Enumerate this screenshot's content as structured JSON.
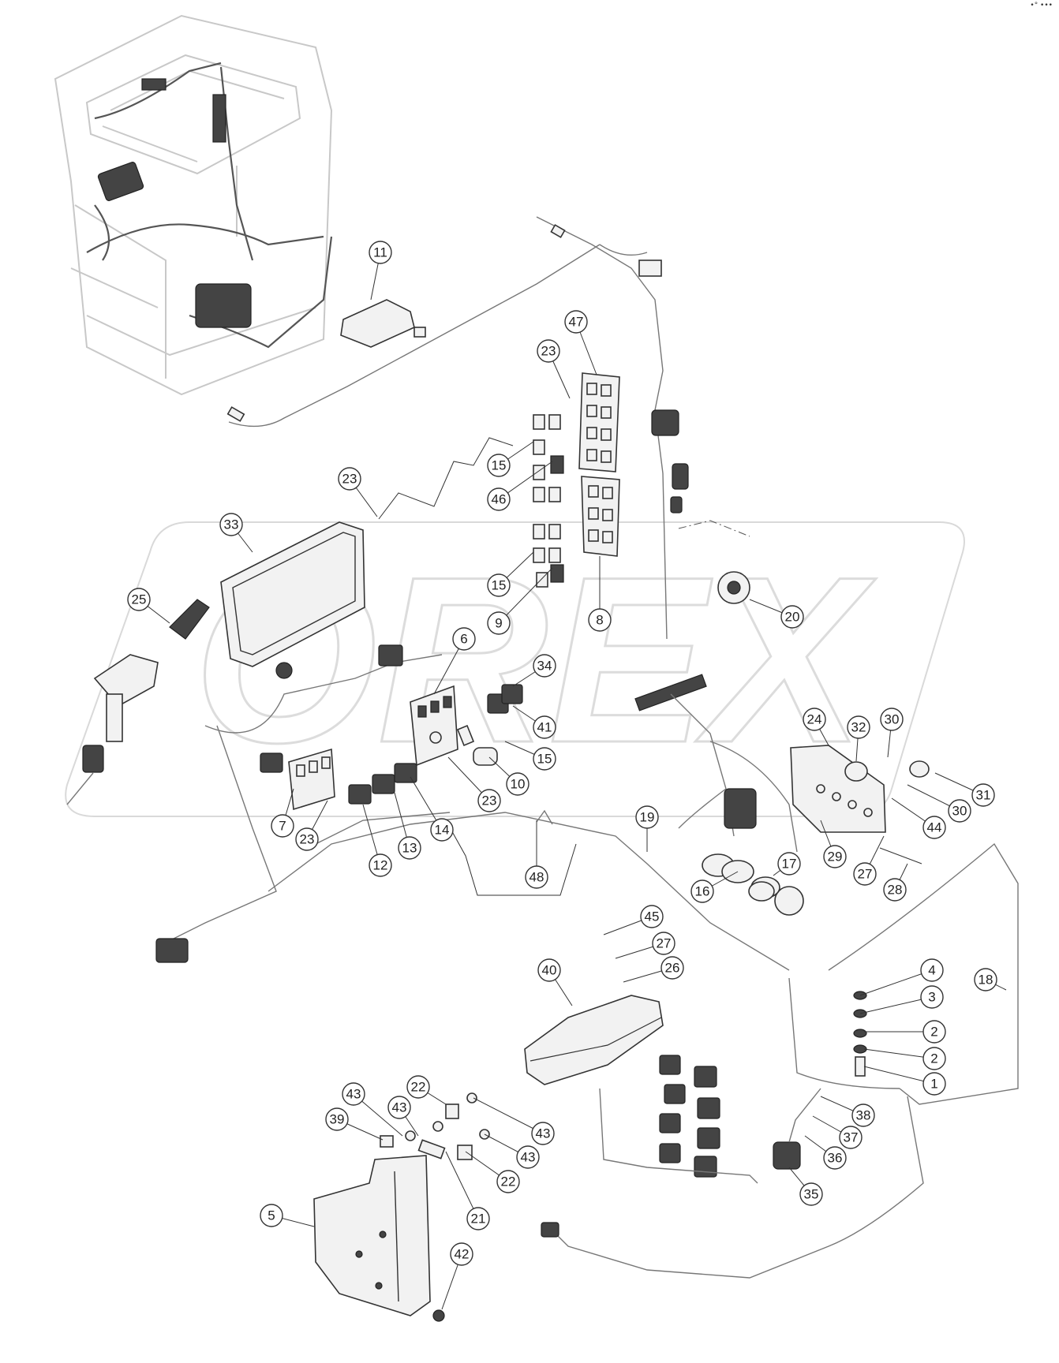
{
  "watermark": "OREX",
  "corner_mark": "•° •••",
  "callouts": [
    {
      "label": "11"
    },
    {
      "label": "47"
    },
    {
      "label": "23"
    },
    {
      "label": "23"
    },
    {
      "label": "15"
    },
    {
      "label": "46"
    },
    {
      "label": "15"
    },
    {
      "label": "9"
    },
    {
      "label": "8"
    },
    {
      "label": "20"
    },
    {
      "label": "33"
    },
    {
      "label": "25"
    },
    {
      "label": "6"
    },
    {
      "label": "34"
    },
    {
      "label": "41"
    },
    {
      "label": "15"
    },
    {
      "label": "10"
    },
    {
      "label": "23"
    },
    {
      "label": "7"
    },
    {
      "label": "23"
    },
    {
      "label": "12"
    },
    {
      "label": "13"
    },
    {
      "label": "14"
    },
    {
      "label": "48"
    },
    {
      "label": "19"
    },
    {
      "label": "16"
    },
    {
      "label": "17"
    },
    {
      "label": "24"
    },
    {
      "label": "32"
    },
    {
      "label": "30"
    },
    {
      "label": "31"
    },
    {
      "label": "30"
    },
    {
      "label": "44"
    },
    {
      "label": "29"
    },
    {
      "label": "27"
    },
    {
      "label": "28"
    },
    {
      "label": "45"
    },
    {
      "label": "27"
    },
    {
      "label": "26"
    },
    {
      "label": "40"
    },
    {
      "label": "4"
    },
    {
      "label": "3"
    },
    {
      "label": "18"
    },
    {
      "label": "2"
    },
    {
      "label": "2"
    },
    {
      "label": "1"
    },
    {
      "label": "38"
    },
    {
      "label": "37"
    },
    {
      "label": "36"
    },
    {
      "label": "35"
    },
    {
      "label": "43"
    },
    {
      "label": "22"
    },
    {
      "label": "43"
    },
    {
      "label": "39"
    },
    {
      "label": "43"
    },
    {
      "label": "43"
    },
    {
      "label": "22"
    },
    {
      "label": "21"
    },
    {
      "label": "5"
    },
    {
      "label": "42"
    }
  ]
}
